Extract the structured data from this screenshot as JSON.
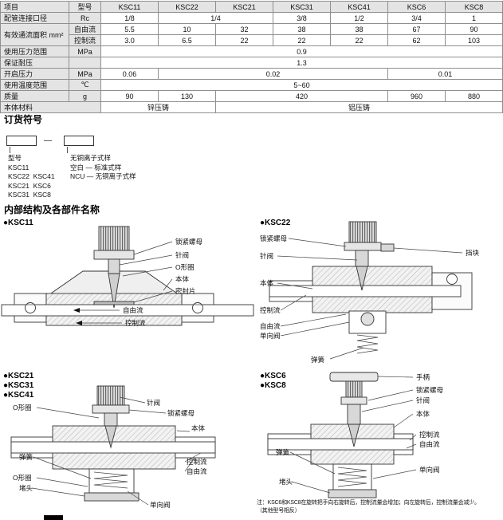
{
  "spec_table": {
    "corner_item": "项目",
    "corner_model": "型号",
    "models": [
      "KSC11",
      "KSC22",
      "KSC21",
      "KSC31",
      "KSC41",
      "KSC6",
      "KSC8"
    ],
    "port": {
      "label": "配管连接口径",
      "unit": "Rc",
      "values": [
        "1/8",
        "1/4",
        "3/8",
        "1/2",
        "3/4",
        "1"
      ]
    },
    "area": {
      "label": "有效通流面积 mm²",
      "free_label": "自由流",
      "free": [
        "5.5",
        "10",
        "32",
        "38",
        "38",
        "67",
        "90"
      ],
      "ctrl_label": "控制流",
      "ctrl": [
        "3.0",
        "6.5",
        "22",
        "22",
        "22",
        "62",
        "103"
      ]
    },
    "pressure_range": {
      "label": "使用压力范围",
      "unit": "MPa",
      "value": "0.9"
    },
    "proof_pressure": {
      "label": "保证耐压",
      "unit": "",
      "value": "1.3"
    },
    "cracking_pressure": {
      "label": "开启压力",
      "unit": "MPa",
      "values": [
        "0.06",
        "0.02",
        "0.01"
      ]
    },
    "temp_range": {
      "label": "使用温度范围",
      "unit": "℃",
      "value": "5~60"
    },
    "weight": {
      "label": "质量",
      "unit": "g",
      "values": [
        "90",
        "130",
        "420",
        "960",
        "880"
      ]
    },
    "material": {
      "label": "本体材料",
      "zinc": "锌压铸",
      "alu": "铝压铸"
    }
  },
  "ordering": {
    "title": "订货符号",
    "dash": "—",
    "model_group": {
      "title": "型号",
      "items": [
        "KSC11",
        "KSC22  KSC41",
        "KSC21  KSC6",
        "KSC31  KSC8"
      ]
    },
    "option_group": {
      "title": "无铜离子式样",
      "items": [
        "空白 — 标准式样",
        "NCU — 无铜离子式样"
      ]
    }
  },
  "structure": {
    "title": "内部结构及各部件名称",
    "d1": {
      "title": "●KSC11",
      "locknut": "锁紧螺母",
      "needle": "针阀",
      "oring": "O形圈",
      "body": "本体",
      "seal": "密封片",
      "free": "自由流",
      "ctrl": "控制流"
    },
    "d2": {
      "title": "●KSC22",
      "locknut": "锁紧螺母",
      "needle": "针阀",
      "stopper": "挡块",
      "body": "本体",
      "ctrl": "控制流",
      "free": "自由流",
      "check": "单向阀",
      "spring": "弹簧"
    },
    "d3": {
      "titles": [
        "●KSC21",
        "●KSC31",
        "●KSC41"
      ],
      "needle": "针阀",
      "locknut": "锁紧螺母",
      "oring_top": "O形圈",
      "body": "本体",
      "spring": "弹簧",
      "ctrl": "控制流",
      "free": "自由流",
      "oring_bottom": "O形圈",
      "plug": "堵头",
      "check": "单向阀"
    },
    "d4": {
      "titles": [
        "●KSC6",
        "●KSC8"
      ],
      "handle": "手柄",
      "locknut": "锁紧螺母",
      "needle": "针阀",
      "body": "本体",
      "ctrl": "控制流",
      "free": "自由流",
      "spring": "弹簧",
      "check": "单向阀",
      "plug": "堵头"
    },
    "note_line1": "注：KSC6和KSC8在旋转把手向右旋转后，控制流量会增加；向左旋转后，控制流量会减少。",
    "note_line2": "（其他型号相反）"
  }
}
